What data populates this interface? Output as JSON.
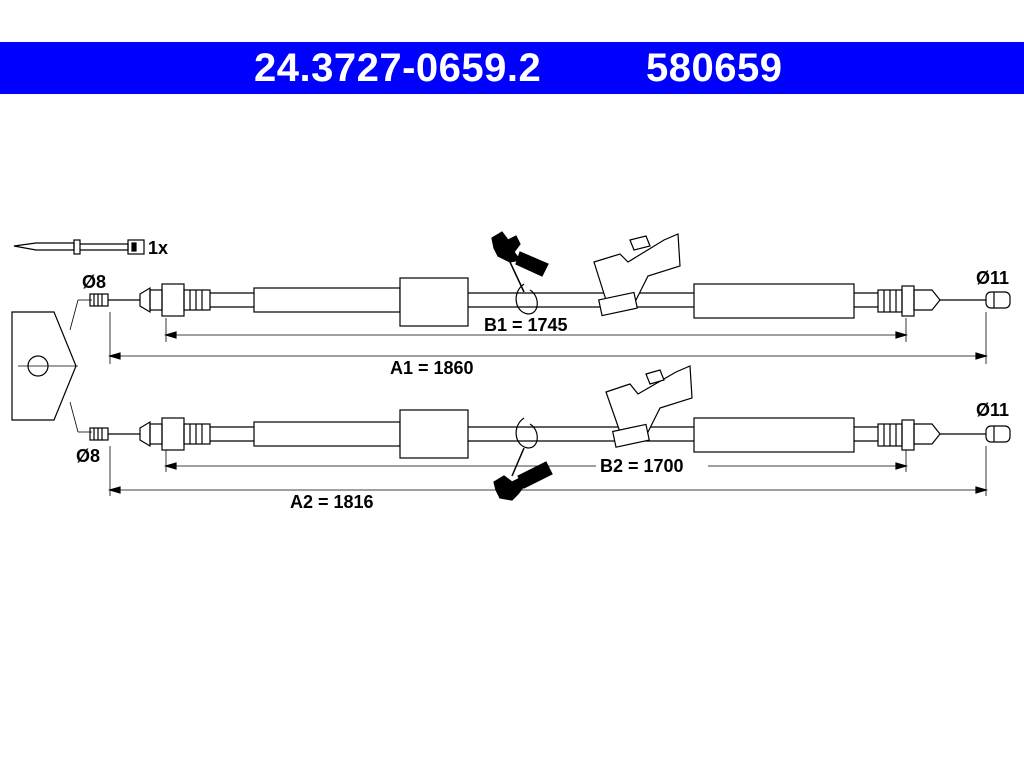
{
  "header": {
    "part_number": "24.3727-0659.2",
    "reference_number": "580659"
  },
  "accessory": {
    "quantity_label": "1x"
  },
  "cable_1": {
    "left_end_diameter": "Ø8",
    "right_end_diameter": "Ø11",
    "dimension_a": "A1 = 1860",
    "dimension_b": "B1 = 1745"
  },
  "cable_2": {
    "left_end_diameter": "Ø8",
    "right_end_diameter": "Ø11",
    "dimension_a": "A2 = 1816",
    "dimension_b": "B2 = 1700"
  },
  "colors": {
    "header_bg": "#0000ff",
    "header_text": "#ffffff",
    "drawing": "#000000"
  }
}
